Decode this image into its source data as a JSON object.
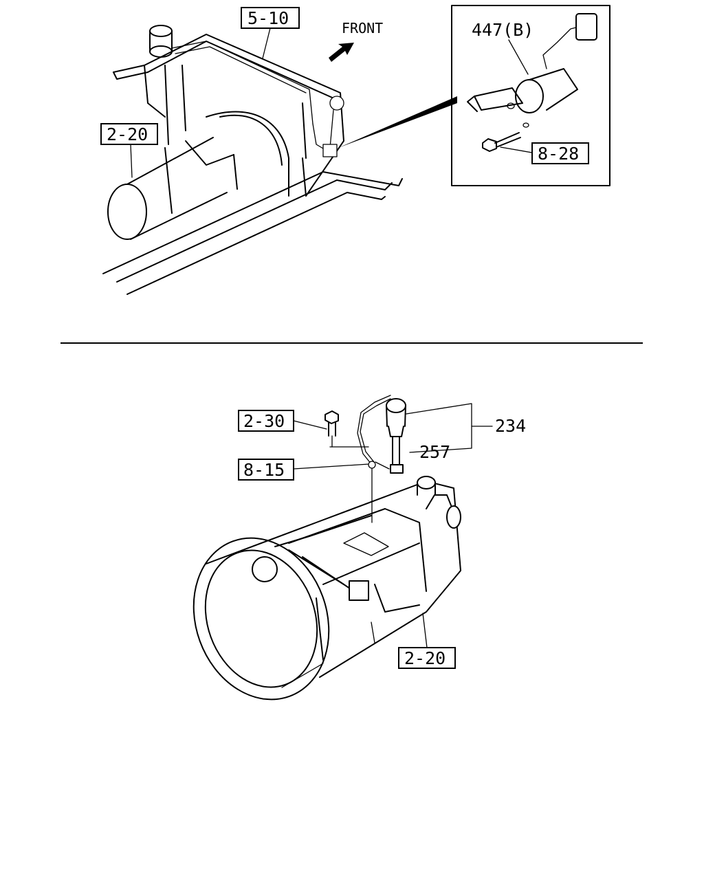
{
  "top_view": {
    "direction_label": "FRONT",
    "callouts": {
      "cab_ref": "5-10",
      "transmission_ref": "2-20"
    },
    "detail_inset": {
      "part_label": "447(B)",
      "bolt_ref": "8-28"
    }
  },
  "bottom_view": {
    "callouts": {
      "bolt_ref": "2-30",
      "clip_ref": "8-15",
      "transmission_ref": "2-20",
      "switch_assembly": "234",
      "switch_part": "257"
    }
  }
}
